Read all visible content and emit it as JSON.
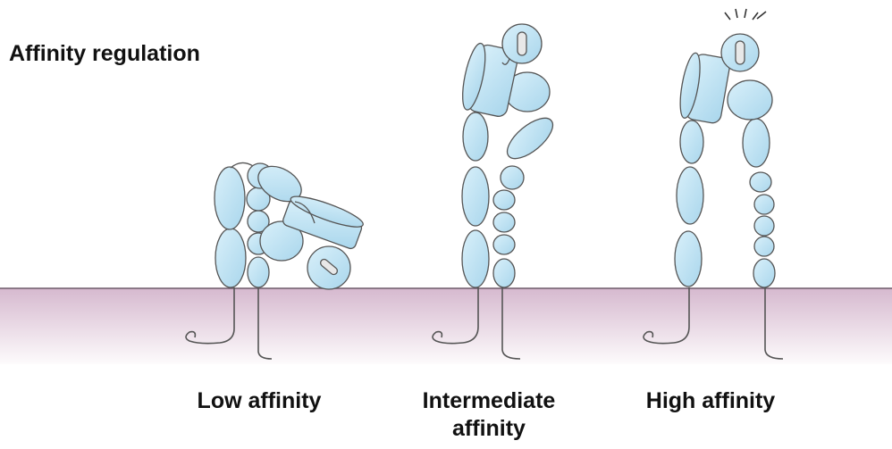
{
  "title": "Affinity regulation",
  "states": {
    "low": {
      "label": "Low affinity"
    },
    "intermediate": {
      "label_line1": "Intermediate",
      "label_line2": "affinity"
    },
    "high": {
      "label": "High affinity"
    }
  },
  "colors": {
    "domain_fill": "#bfe3f3",
    "domain_stroke": "#555555",
    "membrane_top": "#d6b9cf",
    "membrane_bottom": "#fdfbfc",
    "membrane_line": "#6e5a6a",
    "tail": "#555555"
  }
}
